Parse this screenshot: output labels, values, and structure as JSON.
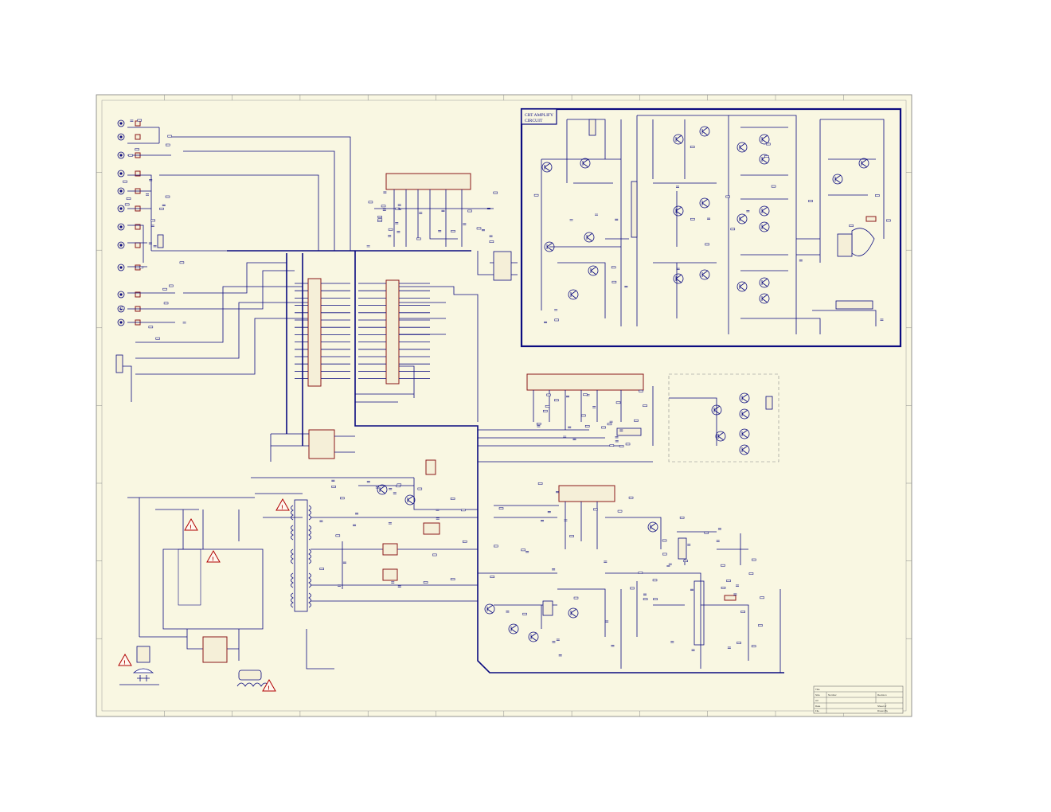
{
  "sheet": {
    "background": "#f9f7e2",
    "wire_color": "#0b0b80",
    "ic_outline_color": "#8b1a1a",
    "warning_color": "#b00000"
  },
  "crt_block": {
    "title_line1": "CRT AMPLIFY",
    "title_line2": "CIRCUIT"
  },
  "warning_symbol": "!",
  "icons": [
    "warning-triangle-icon",
    "ac-plug-icon",
    "av-jack-icon",
    "crt-tube-icon",
    "transformer-icon"
  ],
  "title_block": {
    "rows": [
      "Title",
      "Size",
      "Number",
      "Revision",
      "A3",
      "Date",
      "Sheet of",
      "File",
      "Drawn By"
    ]
  }
}
